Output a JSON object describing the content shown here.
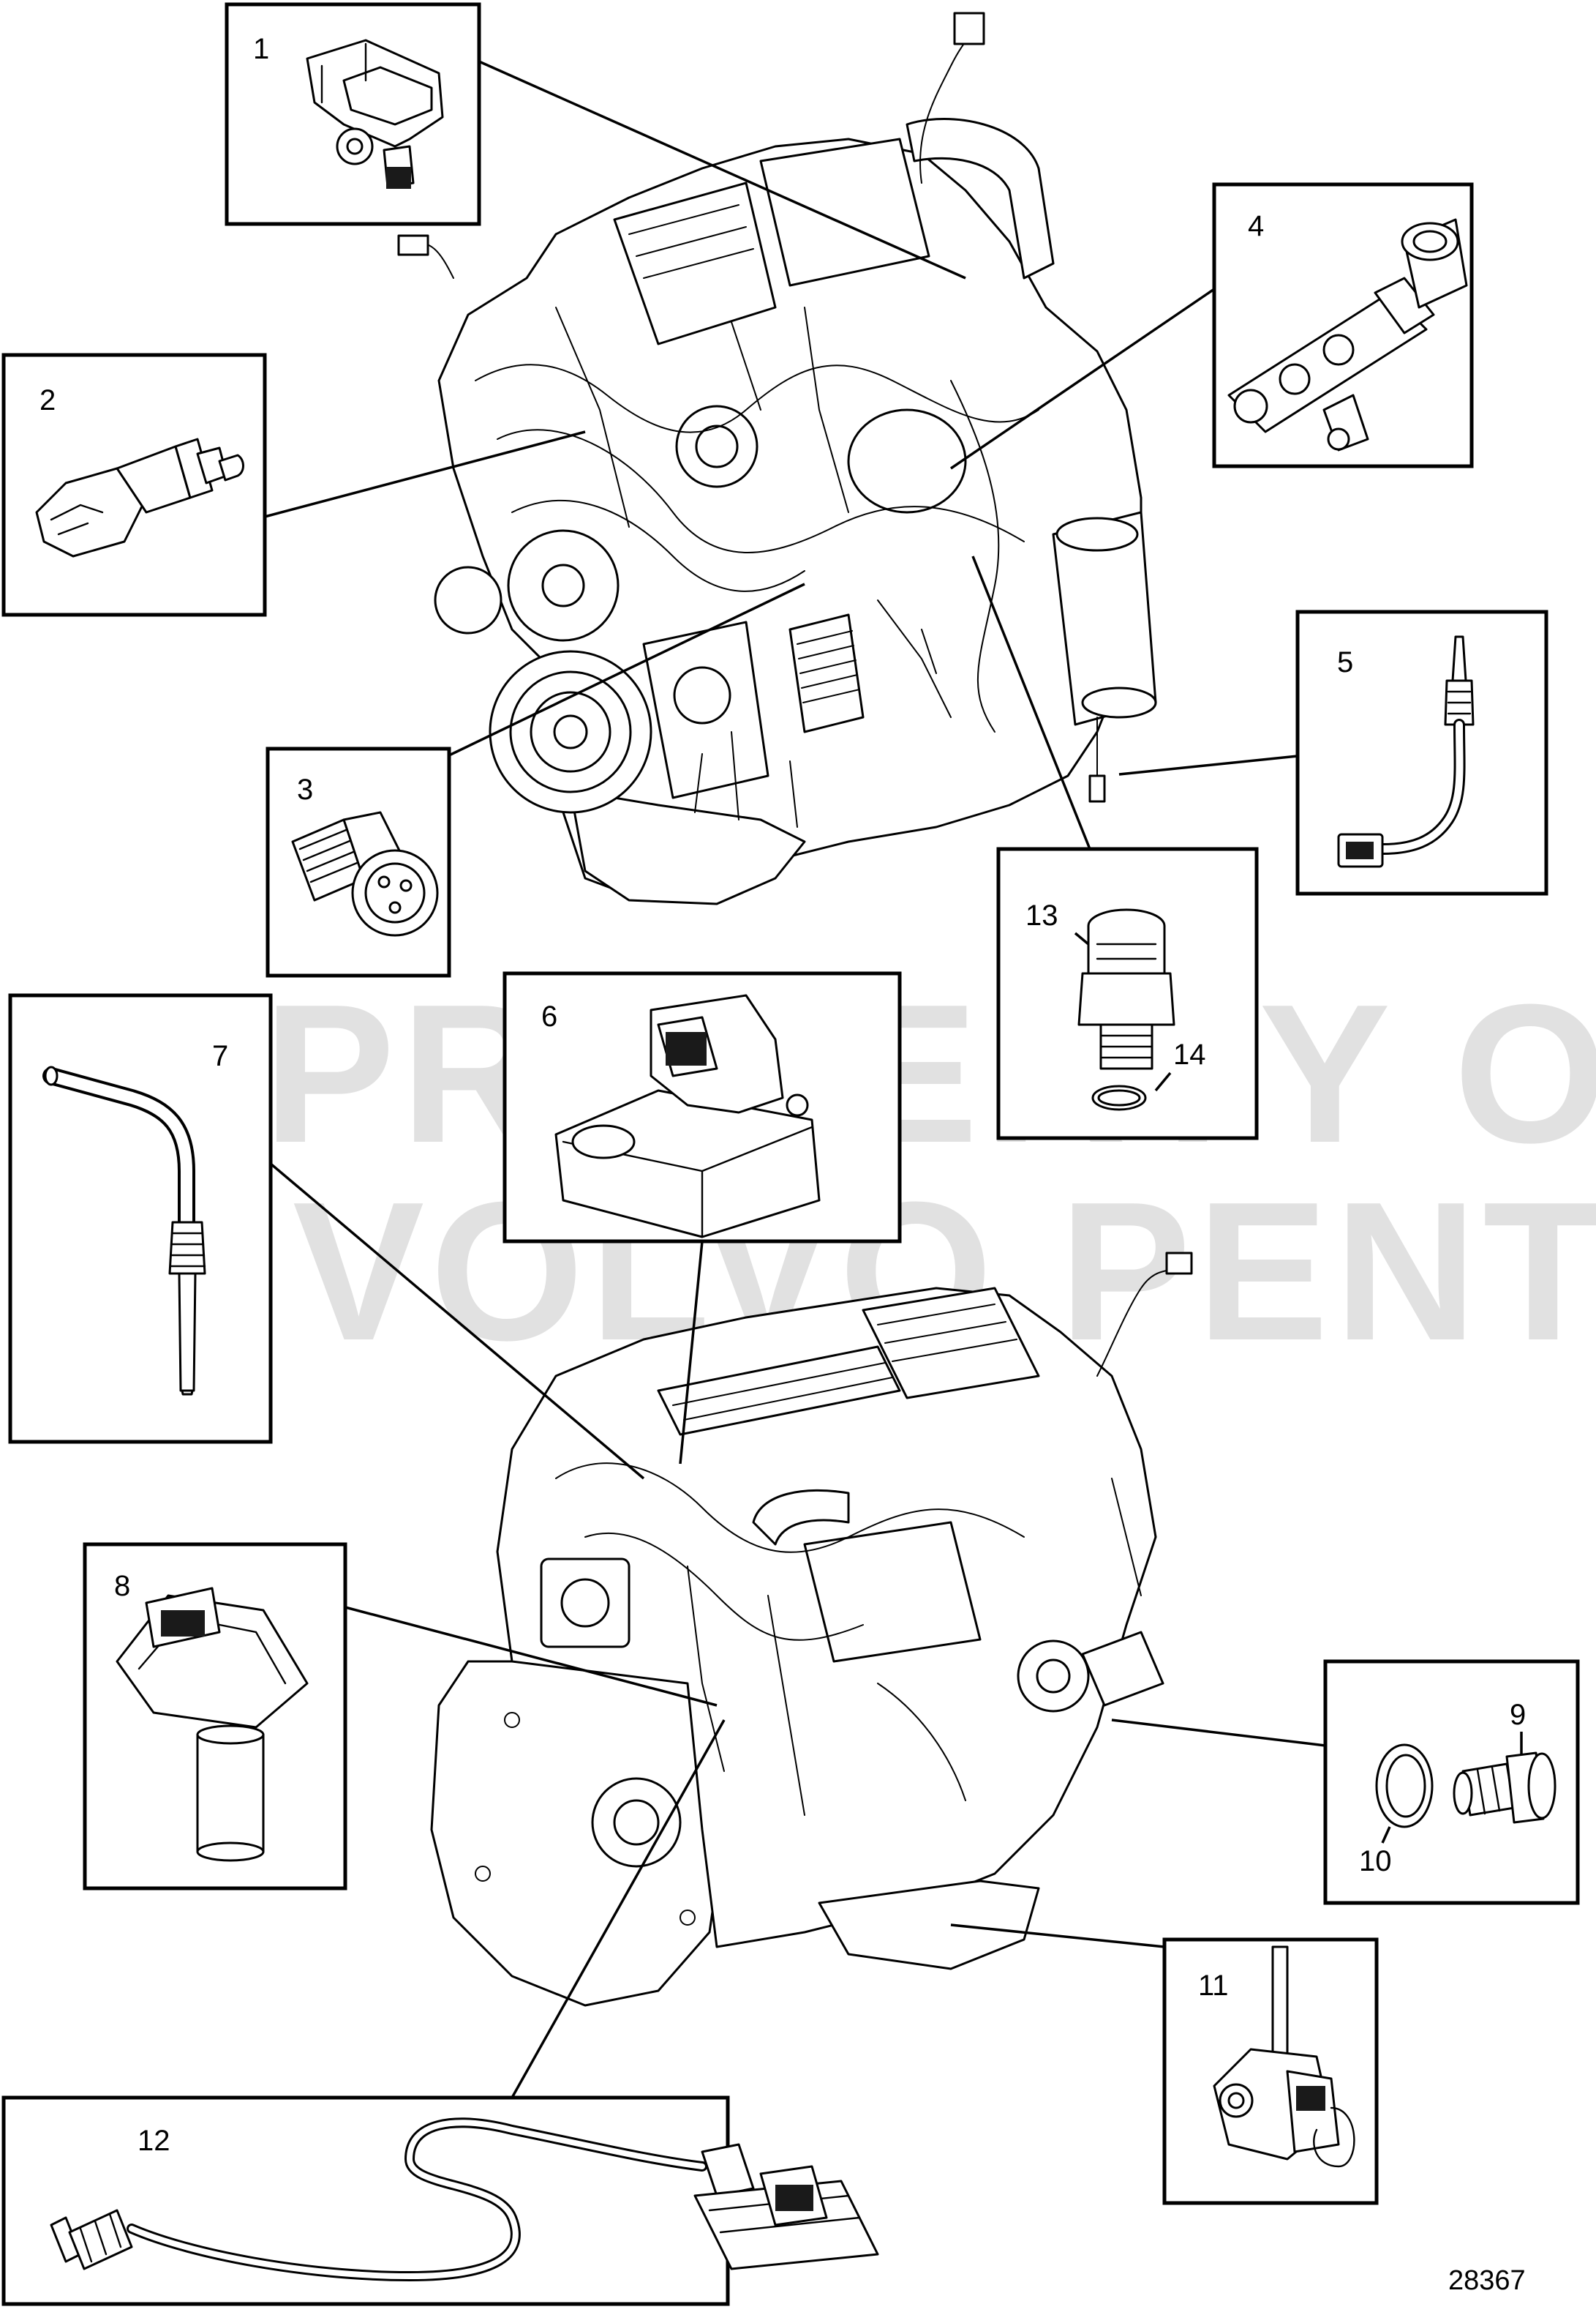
{
  "diagram": {
    "reference_number": "28367",
    "watermark": {
      "line1": "PROPERTY OF",
      "line2": "VOLVO PENTA"
    },
    "callouts": [
      {
        "id": "1",
        "label": "1"
      },
      {
        "id": "2",
        "label": "2"
      },
      {
        "id": "3",
        "label": "3"
      },
      {
        "id": "4",
        "label": "4"
      },
      {
        "id": "5",
        "label": "5"
      },
      {
        "id": "6",
        "label": "6"
      },
      {
        "id": "7",
        "label": "7"
      },
      {
        "id": "8",
        "label": "8"
      },
      {
        "id": "9",
        "label": "9"
      },
      {
        "id": "10",
        "label": "10"
      },
      {
        "id": "11",
        "label": "11"
      },
      {
        "id": "12",
        "label": "12"
      },
      {
        "id": "13",
        "label": "13"
      },
      {
        "id": "14",
        "label": "14"
      }
    ]
  }
}
